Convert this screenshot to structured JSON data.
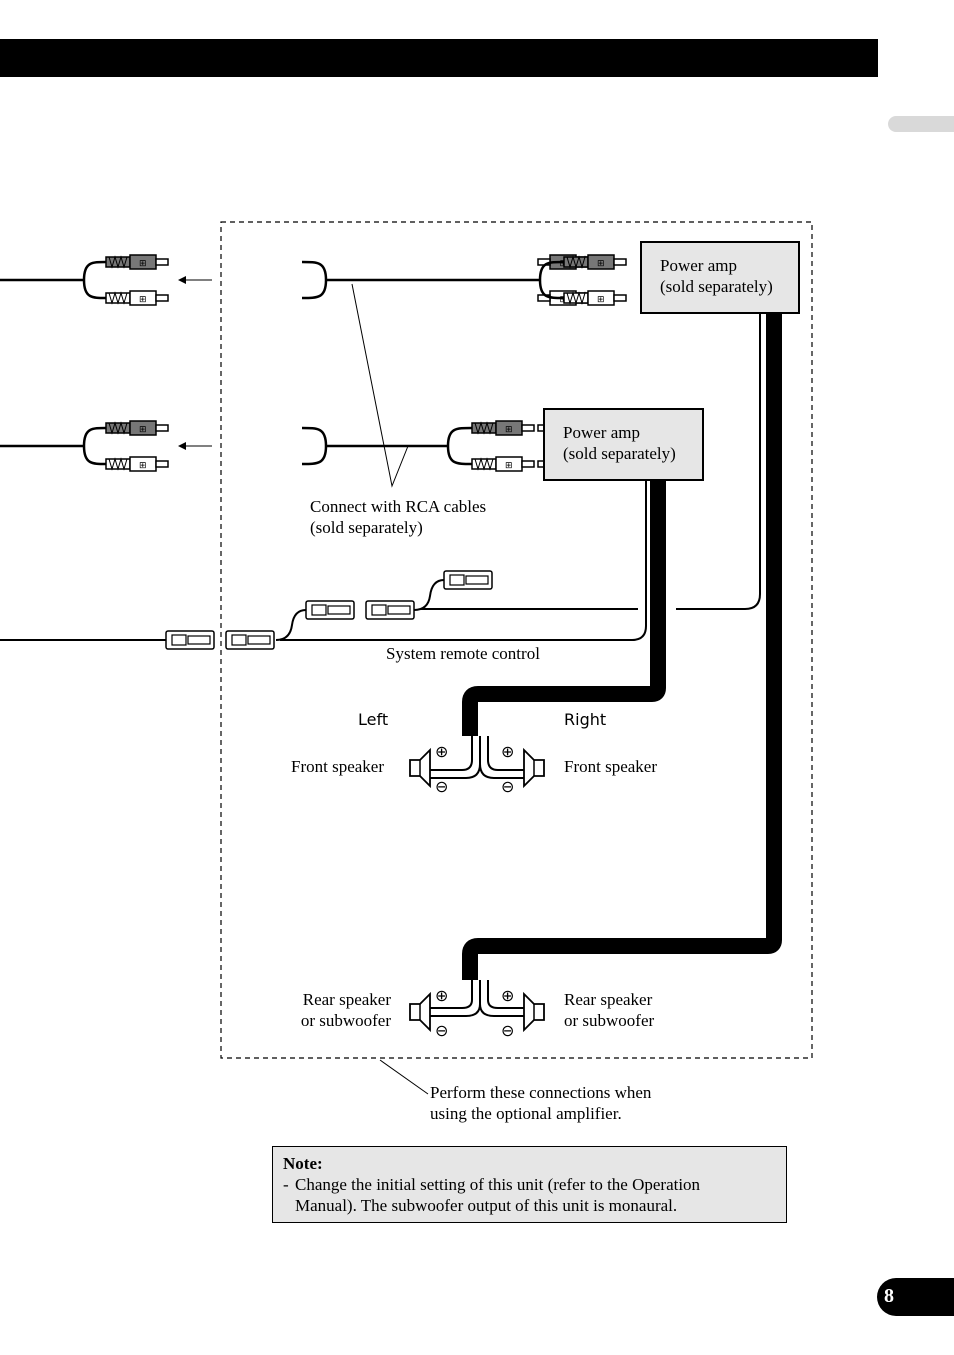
{
  "amp_upper": {
    "line1": "Power amp",
    "line2": "(sold separately)"
  },
  "amp_lower": {
    "line1": "Power amp",
    "line2": "(sold separately)"
  },
  "rca_note": {
    "line1": "Connect with RCA cables",
    "line2": "(sold separately)"
  },
  "remote_label": "System remote control",
  "channel_left": "Left",
  "channel_right": "Right",
  "front_left": "Front speaker",
  "front_right": "Front speaker",
  "rear_left": {
    "line1": "Rear speaker",
    "line2": "or subwoofer"
  },
  "rear_right": {
    "line1": "Rear speaker",
    "line2": "or subwoofer"
  },
  "optional_note": {
    "line1": "Perform these connections when",
    "line2": "using the optional amplifier."
  },
  "note": {
    "title": "Note:",
    "bullet": "-",
    "text_line1": "Change the initial setting of this unit (refer to the Operation",
    "text_line2": "Manual). The subwoofer output of this unit is monaural."
  },
  "page_number": "8",
  "colors": {
    "box_fill": "#e6e6e6",
    "header_bar": "#000000",
    "side_tab": "#d9d9d9"
  }
}
